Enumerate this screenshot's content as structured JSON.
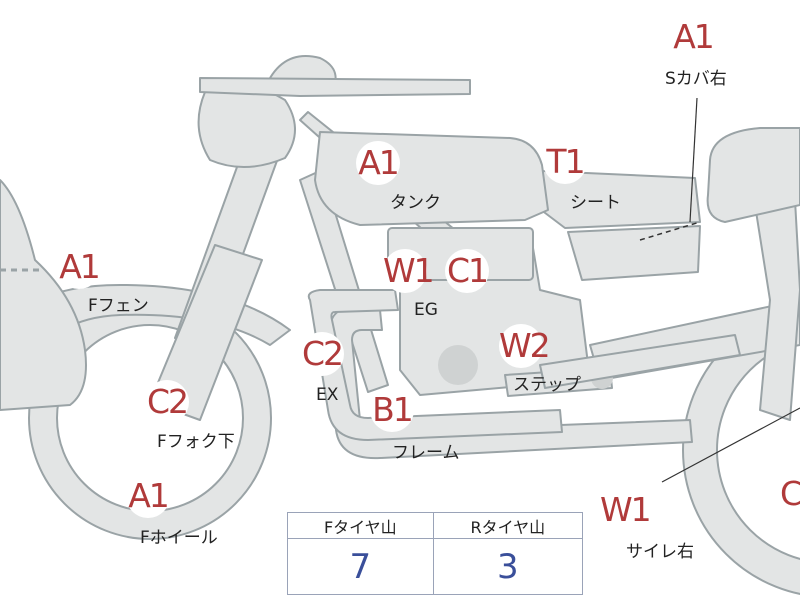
{
  "marks": [
    {
      "id": "a1-rear-cover",
      "code": "A1"
    },
    {
      "id": "a1-tank",
      "code": "A1"
    },
    {
      "id": "t1-seat",
      "code": "T1"
    },
    {
      "id": "a1-front-fender",
      "code": "A1"
    },
    {
      "id": "w1-engine",
      "code": "W1"
    },
    {
      "id": "c1-engine",
      "code": "C1"
    },
    {
      "id": "w2-step",
      "code": "W2"
    },
    {
      "id": "c2-exhaust",
      "code": "C2"
    },
    {
      "id": "c2-front-fork",
      "code": "C2"
    },
    {
      "id": "b1-frame",
      "code": "B1"
    },
    {
      "id": "a1-front-wheel",
      "code": "A1"
    },
    {
      "id": "w1-side-right",
      "code": "W1"
    },
    {
      "id": "c-rear-partial",
      "code": "C"
    }
  ],
  "labels": {
    "rear_cover": "Sカバ右",
    "tank": "タンク",
    "seat": "シート",
    "front_fender": "Fフェン",
    "engine": "EG",
    "step": "ステップ",
    "exhaust": "EX",
    "front_fork": "Fフォク下",
    "frame": "フレーム",
    "front_wheel": "Fホイール",
    "side_right": "サイレ右"
  },
  "tire_table": {
    "front_header": "Fタイヤ山",
    "rear_header": "Rタイヤ山",
    "front_value": "7",
    "rear_value": "3"
  },
  "colors": {
    "part_fill": "#e3e5e5",
    "part_stroke": "#9aa3a6",
    "mark_text": "#b03a3a",
    "table_value": "#3a4f9a",
    "table_border": "#9aa3b8"
  }
}
